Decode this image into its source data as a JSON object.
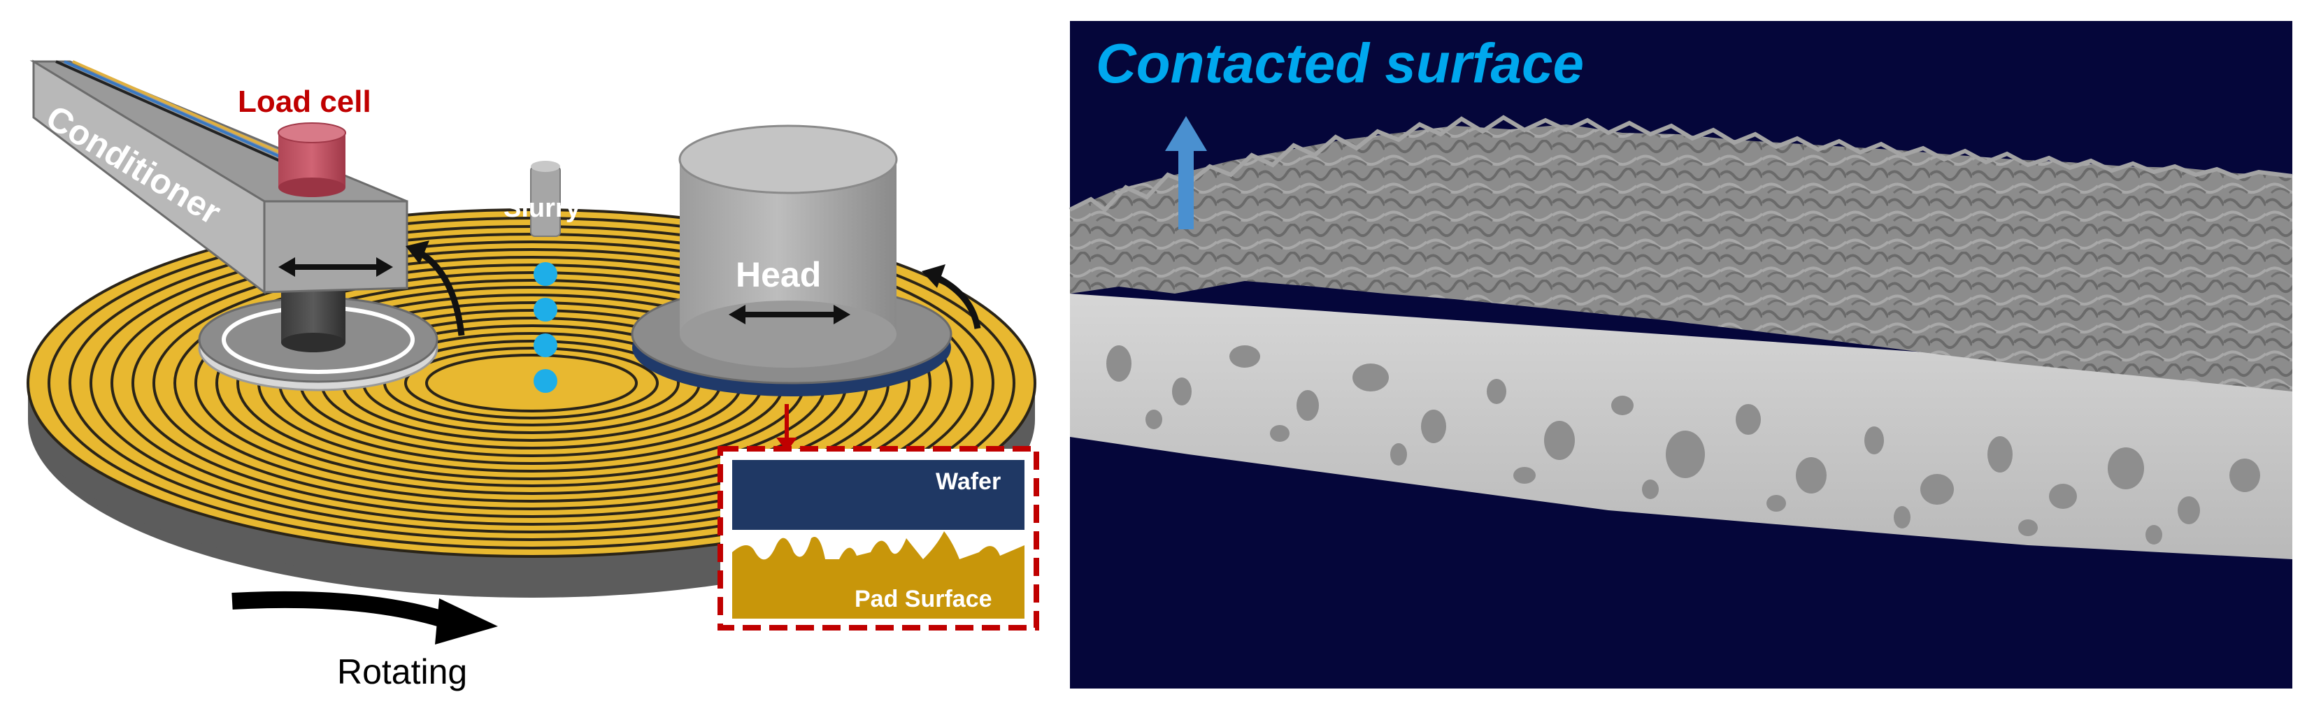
{
  "left_diagram": {
    "labels": {
      "load_cell": "Load cell",
      "conditioner": "Conditioner",
      "slurry": "Slurry",
      "head": "Head",
      "wafer": "Wafer",
      "pad_surface": "Pad Surface",
      "rotating": "Rotating"
    },
    "colors": {
      "pad": "#e8b830",
      "groove": "#2a2418",
      "load_cell_text": "#c00000",
      "slurry_drop": "#1eaee8",
      "wafer": "#1f3864",
      "pad_inset": "#c8960a",
      "inset_border": "#c00000"
    }
  },
  "right_panel": {
    "title": "Contacted surface",
    "colors": {
      "background": "#05063a",
      "title": "#00a8ee",
      "arrow": "#4a90d0",
      "surface": "#8a8a8a",
      "bulk": "#c8c8c8"
    }
  }
}
